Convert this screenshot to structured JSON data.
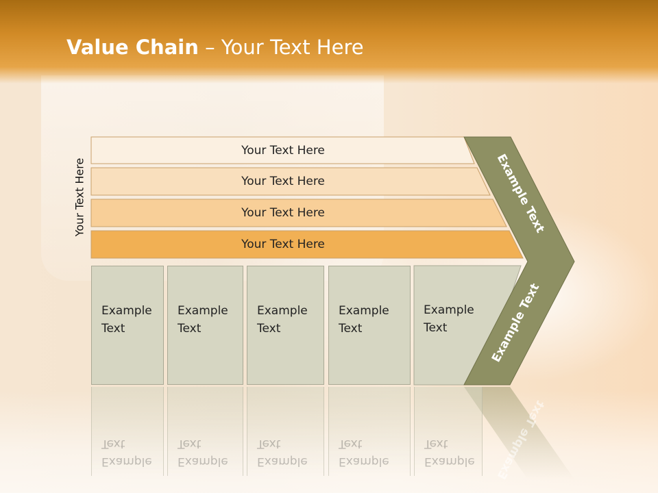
{
  "title": {
    "bold": "Value Chain",
    "rest": " – Your Text Here"
  },
  "side_label": "Your Text Here",
  "bands": [
    {
      "label": "Your Text Here"
    },
    {
      "label": "Your Text Here"
    },
    {
      "label": "Your Text Here"
    },
    {
      "label": "Your Text Here"
    }
  ],
  "boxes": [
    {
      "line1": "Example",
      "line2": "Text"
    },
    {
      "line1": "Example",
      "line2": "Text"
    },
    {
      "line1": "Example",
      "line2": "Text"
    },
    {
      "line1": "Example",
      "line2": "Text"
    },
    {
      "line1": "Example",
      "line2": "Text"
    }
  ],
  "chevron": {
    "upper": "Example Text",
    "lower": "Example Text"
  },
  "colors": {
    "band1": "#fbf0e1",
    "band2": "#f9dfbd",
    "band3": "#f8cf98",
    "band4": "#f1b054",
    "box": "#d6d6c2",
    "chevron": "#8e9063",
    "title_bar": "#d18a26"
  }
}
